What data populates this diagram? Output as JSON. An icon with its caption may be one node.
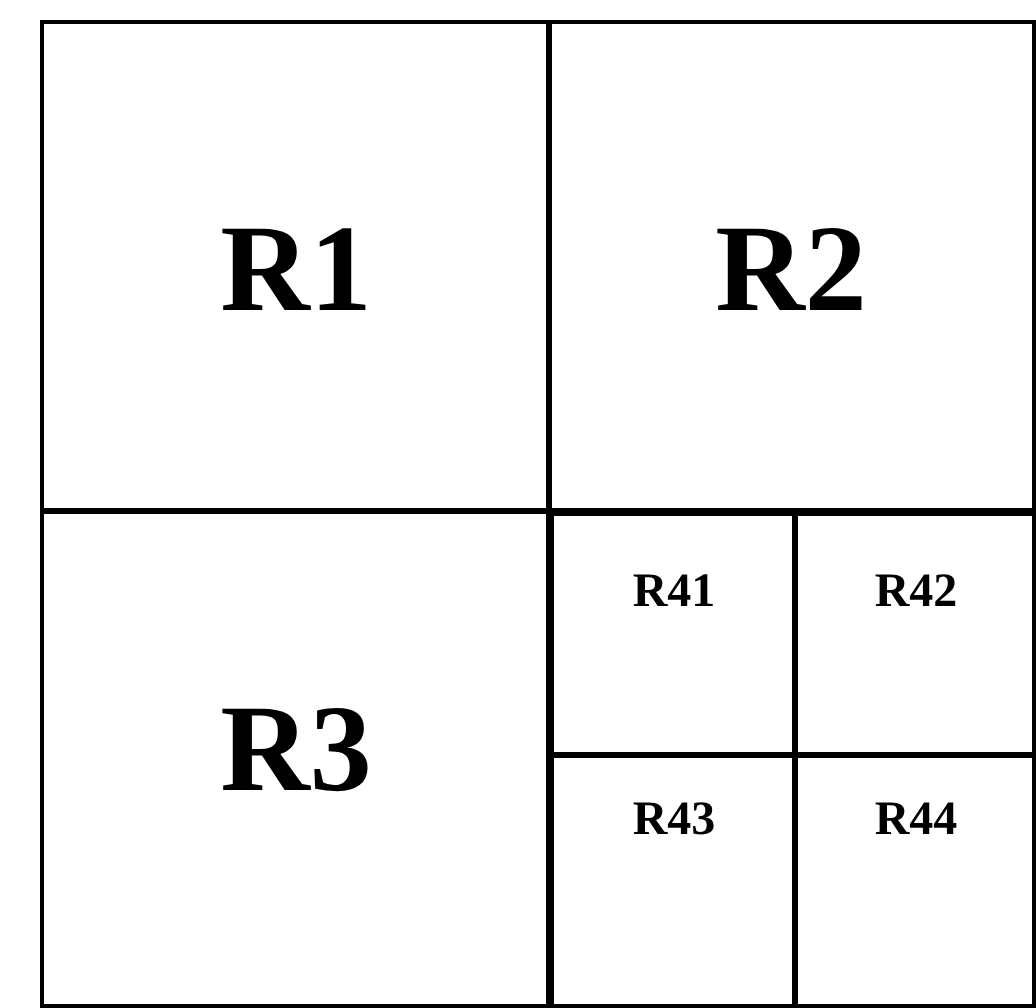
{
  "diagram": {
    "nodes": [
      {
        "text": [
          "R1"
        ]
      },
      {
        "text": [
          "R2"
        ]
      },
      {
        "text": [
          "R3"
        ]
      },
      {
        "text": [],
        "shape": "box"
      },
      {
        "text": [
          "R41"
        ],
        "in": 3
      },
      {
        "text": [
          "R42"
        ],
        "in": 3
      },
      {
        "text": [
          "R43"
        ],
        "in": 3
      },
      {
        "text": [
          "R44"
        ],
        "in": 3
      }
    ]
  }
}
